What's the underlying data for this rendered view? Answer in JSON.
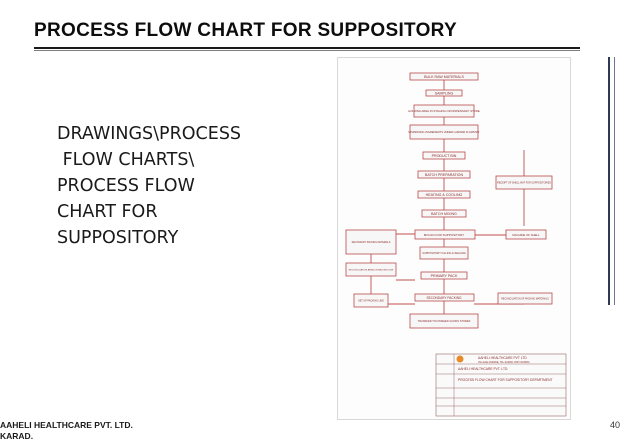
{
  "slide": {
    "title": "PROCESS FLOW CHART FOR SUPPOSITORY",
    "body_text": "DRAWINGS\\PROCESS\n FLOW CHARTS\\\nPROCESS FLOW\nCHART FOR\nSUPPOSITORY",
    "footer_line1": "AAHELI HEALTHCARE PVT. LTD.",
    "footer_line2": "KARAD.",
    "page_number": "40"
  },
  "flowchart": {
    "main_steps": [
      "BULK RAW MATERIALS",
      "SAMPLING",
      "HOLDING AREA IN STAGING OR DISPENSARY STORE",
      "DISPENSING INGREDIENTS UNDER LAMINAR FLOWUNIT",
      "PRODUCT BIN",
      "BATCH PREPARATION",
      "HEATING & COOLING",
      "BATCH MIXING",
      "MOULD FOR SUPPOSITORY",
      "SUPPOSITORY FILLING & SEALING",
      "PRIMARY PACK",
      "SECONDARY PACKING",
      "TRANSFER TO FINISHED GOODS STORES"
    ],
    "side_steps": {
      "receipt": "RECEIPT OF SHELL MAT FOR SUPPOSITORIES",
      "machine": "MACHINE OF SHELL",
      "sec_material": "SECONDARY PACKING MATERIALS",
      "reconciliation_packing_line": "RECONCILIATION AREA ON PACKING LINE",
      "set_up": "SET UP PACKING LINE",
      "reconciliation_materials": "RECONCILIATION OF PACKING MATERIALS"
    },
    "title_block": {
      "company": "AAHELI HEALTHCARE PVT LTD",
      "address": "VILLAGE-VARADE, TAL-KARAD, DIST-SATARA",
      "client": "AAHELI HEALTHCARE PVT. LTD.",
      "drawing_title": "PROCESS FLOW CHART FOR SUPPOSITORY DEPARTMENT"
    }
  }
}
